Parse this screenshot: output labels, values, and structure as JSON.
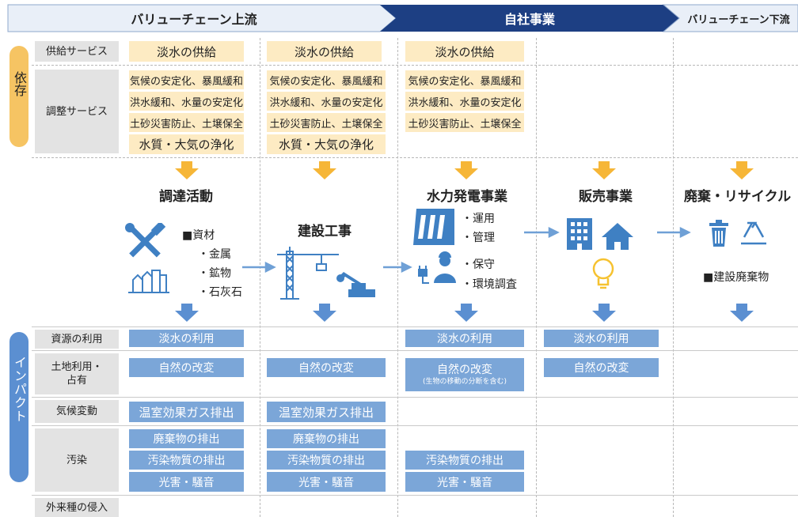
{
  "header": {
    "upstream": "バリューチェーン上流",
    "own": "自社事業",
    "downstream": "バリューチェーン下流"
  },
  "side": {
    "dependency": "依存",
    "impact": "インパクト"
  },
  "row_labels": {
    "supply": "供給サービス",
    "regulating": "調整サービス",
    "resource_use": "資源の利用",
    "land_use": "土地利用・\n占有",
    "climate": "気候変動",
    "pollution": "汚染",
    "invasive": "外来種の侵入"
  },
  "dependency_cells": {
    "fresh_water_supply": "淡水の供給",
    "regulating_items": [
      "気候の安定化、暴風緩和",
      "洪水緩和、水量の安定化",
      "土砂災害防止、土壌保全",
      "水質・大気の浄化"
    ]
  },
  "activities": {
    "procurement": {
      "title": "調達活動",
      "list_title": "■資材",
      "items": [
        "・金属",
        "・鉱物",
        "・石灰石"
      ]
    },
    "construction": {
      "title": "建設工事"
    },
    "hydro": {
      "title": "水力発電事業",
      "items_top": [
        "・運用",
        "・管理"
      ],
      "items_bottom": [
        "・保守",
        "・環境調査"
      ]
    },
    "sales": {
      "title": "販売事業"
    },
    "disposal": {
      "title": "廃棄・リサイクル",
      "note": "■建設廃棄物"
    }
  },
  "impact_cells": {
    "fresh_water_use": "淡水の利用",
    "nature_change": "自然の改変",
    "nature_change_sub": "(生物の移動の分断を含む)",
    "ghg": "温室効果ガス排出",
    "waste": "廃棄物の排出",
    "pollutant": "汚染物質の排出",
    "light_noise": "光害・騒音"
  },
  "colors": {
    "header_light": "#e9eff8",
    "header_dark": "#1d3f83",
    "dependency": "#fdebc3",
    "impact": "#7ba6d8",
    "side_dep": "#f6c463",
    "side_imp": "#5b8fd1",
    "down_arrow_orange": "#f6b637",
    "down_arrow_blue": "#5b8fd1",
    "icon_blue": "#3f80c3",
    "icon_yellow": "#f6c230"
  }
}
